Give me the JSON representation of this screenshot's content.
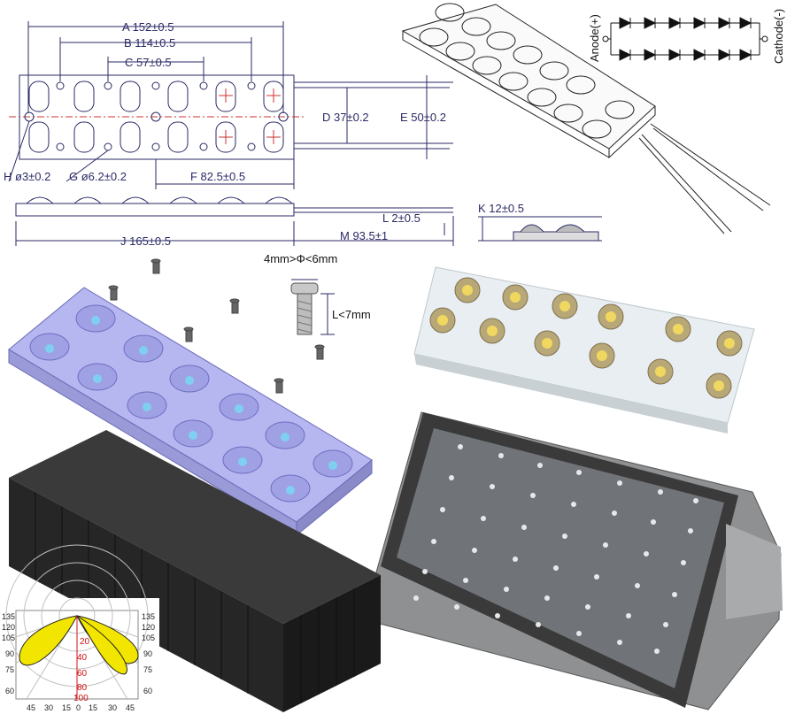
{
  "drawing": {
    "dim_a": "A  152±0.5",
    "dim_b": "B  114±0.5",
    "dim_c": "C  57±0.5",
    "dim_d": "D 37±0.2",
    "dim_e": "E  50±0.2",
    "dim_f": "F  82.5±0.5",
    "dim_g": "G  ø6.2±0.2",
    "dim_h": "H ø3±0.2",
    "dim_j": "J  165±0.5",
    "dim_l": "L  2±0.5",
    "dim_m": "M  93.5±1",
    "dim_k": "K  12±0.5"
  },
  "circuit": {
    "anode": "Anode(+)",
    "cathode": "Cathode(-)"
  },
  "screw": {
    "diameter": "4mm>Φ<6mm",
    "length": "L<7mm"
  },
  "polar": {
    "left_ticks": [
      "135",
      "120",
      "105",
      "90",
      "75",
      "60"
    ],
    "right_ticks": [
      "135",
      "120",
      "105",
      "90",
      "75",
      "60"
    ],
    "center_ticks": [
      "20",
      "40",
      "60",
      "80",
      "100"
    ],
    "bottom_ticks": [
      "45",
      "30",
      "15",
      "0",
      "15",
      "30",
      "45"
    ]
  },
  "colors": {
    "outline": "#2a2a66",
    "led_blue": "#8a8ad8",
    "heatsink": "#2b2b2b",
    "polar_fill": "#f2e600",
    "polar_red": "#d01010"
  }
}
